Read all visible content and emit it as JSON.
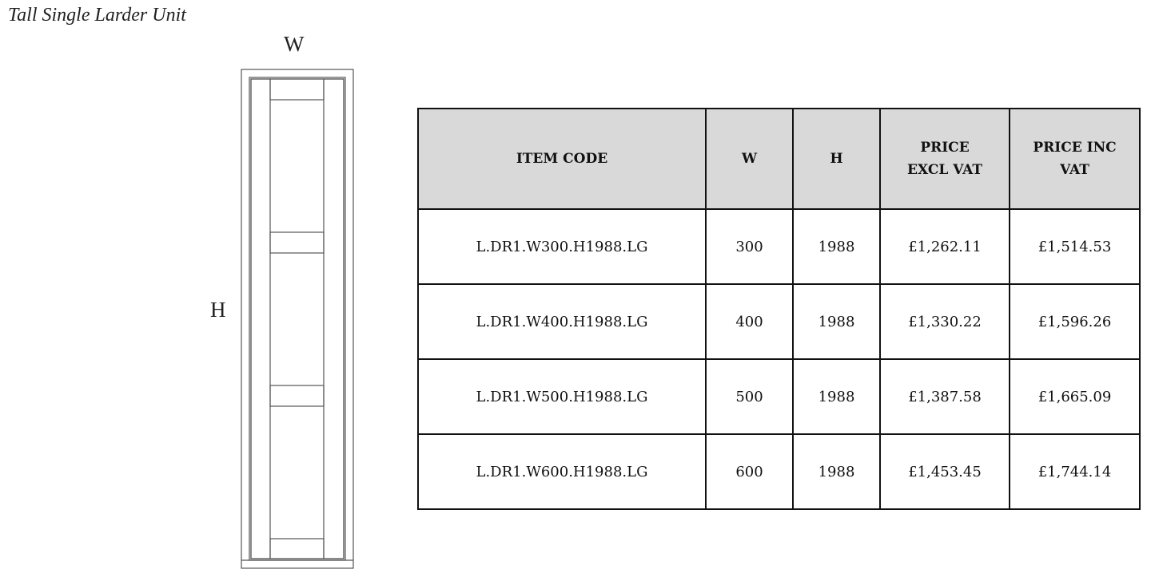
{
  "title": "Tall Single Larder Unit",
  "diagram": {
    "width_label": "W",
    "height_label": "H"
  },
  "table": {
    "headers": {
      "item_code": "ITEM CODE",
      "w": "W",
      "h": "H",
      "price_excl_line1": "PRICE",
      "price_excl_line2": "EXCL VAT",
      "price_inc_line1": "PRICE INC",
      "price_inc_line2": "VAT"
    },
    "rows": [
      {
        "item_code": "L.DR1.W300.H1988.LG",
        "w": "300",
        "h": "1988",
        "price_excl": "£1,262.11",
        "price_inc": "£1,514.53"
      },
      {
        "item_code": "L.DR1.W400.H1988.LG",
        "w": "400",
        "h": "1988",
        "price_excl": "£1,330.22",
        "price_inc": "£1,596.26"
      },
      {
        "item_code": "L.DR1.W500.H1988.LG",
        "w": "500",
        "h": "1988",
        "price_excl": "£1,387.58",
        "price_inc": "£1,665.09"
      },
      {
        "item_code": "L.DR1.W600.H1988.LG",
        "w": "600",
        "h": "1988",
        "price_excl": "£1,453.45",
        "price_inc": "£1,744.14"
      }
    ]
  }
}
